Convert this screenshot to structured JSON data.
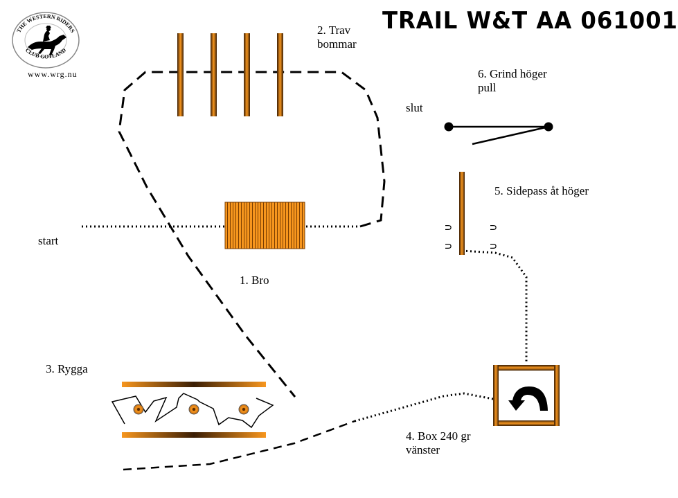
{
  "title": "TRAIL W&T AA 061001",
  "logo": {
    "ring_text_top": "THE WESTERN RIDERS",
    "ring_text_bottom": "CLUB GOTLAND",
    "url": "www.wrg.nu"
  },
  "labels": {
    "start": "start",
    "slut": "slut",
    "bro": "1. Bro",
    "trav": "2. Trav\nbommar",
    "rygga": "3. Rygga",
    "box": "4. Box 240 gr\nvänster",
    "sidepass": "5. Sidepass åt höger",
    "grind": "6. Grind höger\npull"
  },
  "colors": {
    "orange": "#F7961E",
    "dark": "#3a1e05",
    "line": "#000000"
  },
  "icons": [
    "rotate-left-arrow-icon",
    "horse-rider-icon"
  ]
}
